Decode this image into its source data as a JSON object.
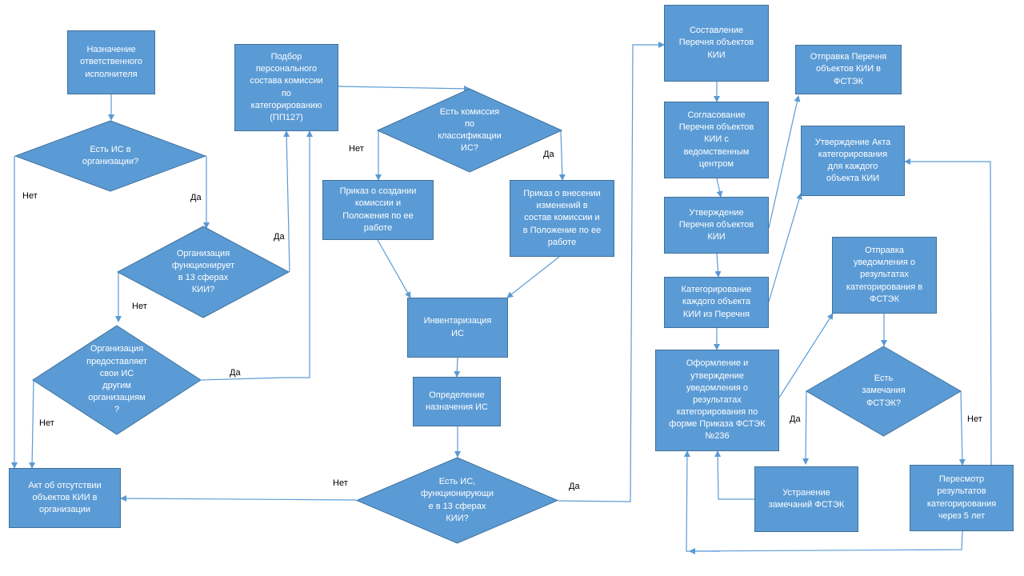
{
  "colors": {
    "fill": "#5b9bd5",
    "stroke": "#41719c",
    "edge": "#5b9bd5",
    "text": "#ffffff",
    "label": "#000000"
  },
  "nodes": {
    "assign": {
      "text": "Назначение\nответственного\nисполнителя",
      "shape": "box"
    },
    "has_is": {
      "text": "Есть ИС в\nорганизации?",
      "shape": "diamond"
    },
    "org13": {
      "text": "Организация\nфункционирует\nв 13 сферах\nКИИ?",
      "shape": "diamond"
    },
    "org_provides": {
      "text": "Организация\nпредоставляет\nсвои ИС\nдругим\nорганизациям\n?",
      "shape": "diamond"
    },
    "act_absent": {
      "text": "Акт об отсутствии\nобъектов КИИ в\nорганизации",
      "shape": "box"
    },
    "select_staff": {
      "text": "Подбор\nперсонального\nсостава комиссии\nпо\nкатегорированию\n(ПП127)",
      "shape": "box"
    },
    "has_commission": {
      "text": "Есть комиссия\nпо\nклассификации\nИС?",
      "shape": "diamond"
    },
    "order_create": {
      "text": "Приказ о создании\nкомиссии и\nПоложения  по ее\nработе",
      "shape": "box"
    },
    "order_change": {
      "text": "Приказ о внесении\nизменений  в\nсостав комиссии и\nв Положение  по ее\nработе",
      "shape": "box"
    },
    "inventory": {
      "text": "Инвентаризация\nИС",
      "shape": "box"
    },
    "define_purpose": {
      "text": "Определение\nназначения ИС",
      "shape": "box"
    },
    "is13": {
      "text": "Есть ИС,\nфункционирующи\nе в 13 сферах\nКИИ?",
      "shape": "diamond"
    },
    "compose_list": {
      "text": "Составление\nПеречня объектов\nКИИ",
      "shape": "box"
    },
    "send_list": {
      "text": "Отправка  Перечня\nобъектов  КИИ в\nФСТЭК",
      "shape": "box"
    },
    "agree_list": {
      "text": "Согласование\nПеречня объектов\nКИИ с\nведомственным\nцентром",
      "shape": "box"
    },
    "approve_act": {
      "text": "Утверждение  Акта\nкатегорирования\nдля каждого\nобъекта КИИ",
      "shape": "box"
    },
    "approve_list": {
      "text": "Утверждение\nПеречня объектов\nКИИ",
      "shape": "box"
    },
    "send_notice": {
      "text": "Отправка\nуведомления  о\nрезультатах\nкатегорирования в\nФСТЭК",
      "shape": "box"
    },
    "categorize": {
      "text": "Категорирование\nкаждого объекта\nКИИ из Перечня",
      "shape": "box"
    },
    "form_notice": {
      "text": "Оформление  и\nутверждение\nуведомления  о\nрезультатах\nкатегорирования по\nформе Приказа ФСТЭК\n№236",
      "shape": "box"
    },
    "has_remarks": {
      "text": "Есть\nзамечания\nФСТЭК?",
      "shape": "diamond"
    },
    "fix_remarks": {
      "text": "Устранение\nзамечаний ФСТЭК",
      "shape": "box"
    },
    "review5": {
      "text": "Пересмотр\nрезультатов\nкатегорирования\nчерез 5 лет",
      "shape": "box"
    }
  },
  "edge_labels": {
    "has_is_no": "Нет",
    "has_is_yes": "Да",
    "org13_yes": "Да",
    "org13_no": "Нет",
    "provides_yes": "Да",
    "provides_no": "Нет",
    "commission_no": "Нет",
    "commission_yes": "Да",
    "is13_no": "Нет",
    "is13_yes": "Да",
    "remarks_yes": "Да",
    "remarks_no": "Нет"
  }
}
